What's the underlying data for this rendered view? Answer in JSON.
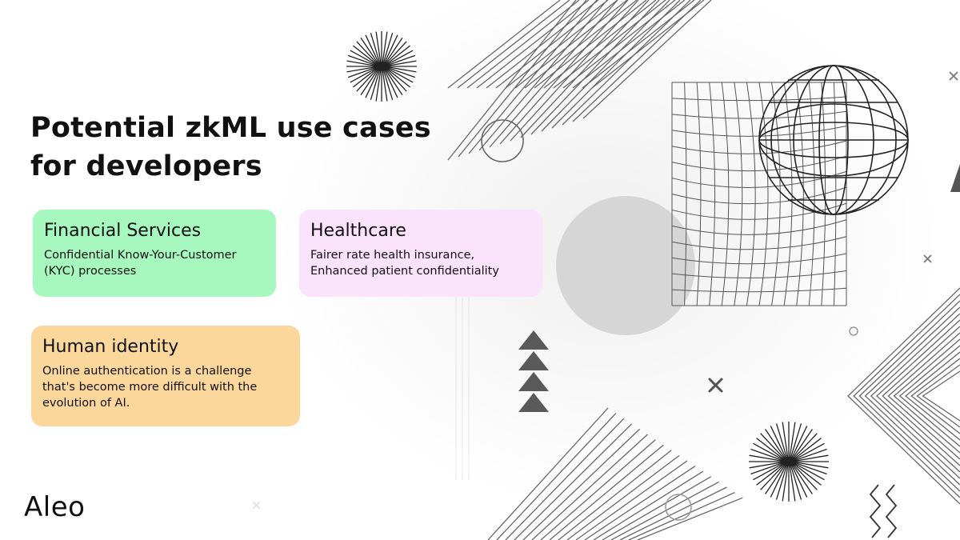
{
  "heading": {
    "line1": "Potential zkML use cases",
    "line2": "for developers"
  },
  "cards": [
    {
      "title": "Financial Services",
      "body": "Confidential Know-Your-Customer\n(KYC) processes",
      "color": "#a6f8bf"
    },
    {
      "title": "Healthcare",
      "body": "Fairer rate health insurance,\nEnhanced patient confidentiality",
      "color": "#fbe3fb"
    },
    {
      "title": "Human identity",
      "body": "Online authentication is a challenge\nthat's become more difficult with the\nevolution of AI.",
      "color": "#fcd79b"
    }
  ],
  "brand": {
    "logo_text": "Aleo"
  },
  "decorations": {
    "icons": [
      "sunburst-icon",
      "globe-icon",
      "warped-grid-icon",
      "triangle-stack-icon",
      "cross-icon",
      "circle-icon",
      "zigzag-icon",
      "diagonal-lines-icon",
      "chevron-lines-icon"
    ],
    "accent_gray": "#d9d9d9",
    "line_color": "#555555"
  }
}
